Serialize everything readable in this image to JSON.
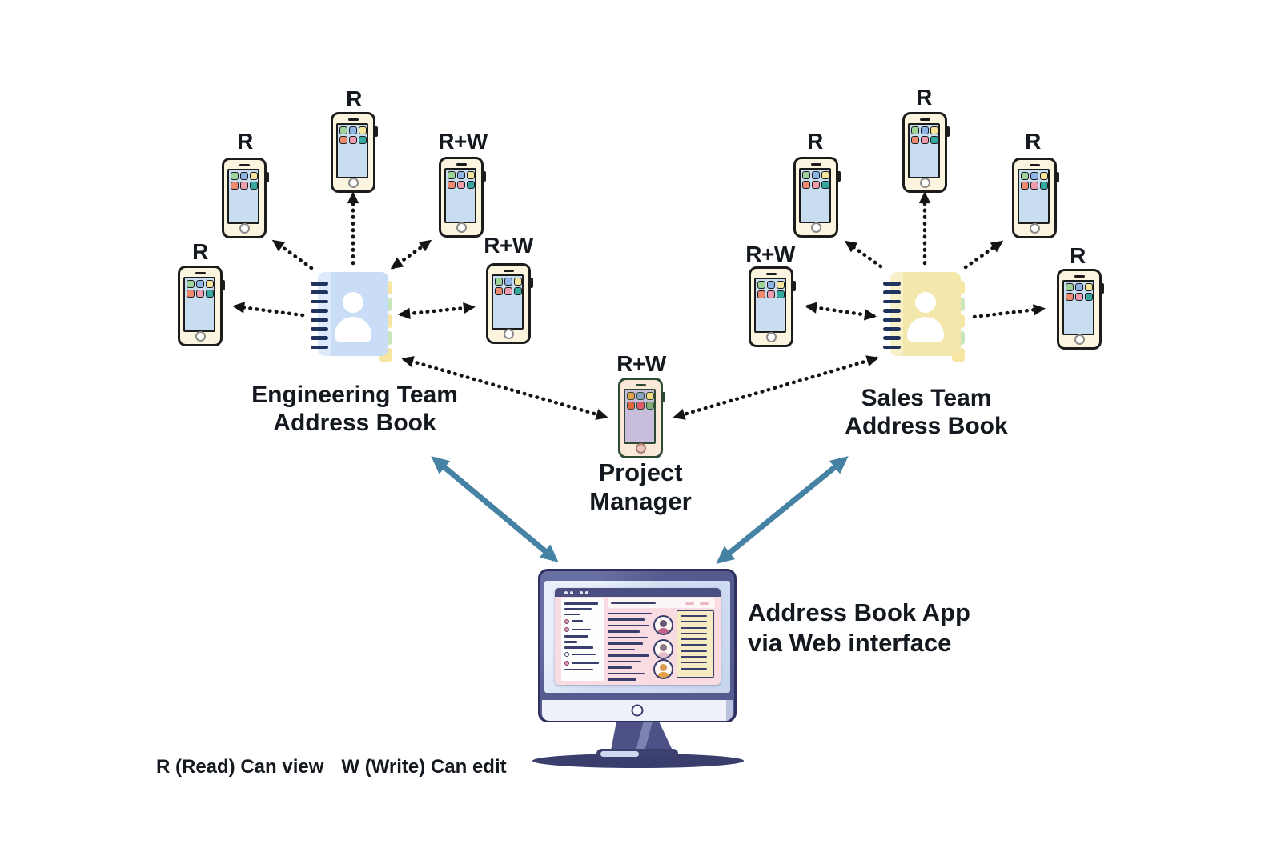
{
  "caption": {
    "line1": "Address Book App",
    "line2": "via Web interface"
  },
  "legend": {
    "read": "R (Read) Can view",
    "write": "W (Write) Can edit"
  },
  "clusters": [
    {
      "id": "engineering",
      "label_line1": "Engineering Team",
      "label_line2": "Address Book"
    },
    {
      "id": "sales",
      "label_line1": "Sales Team",
      "label_line2": "Address Book"
    }
  ],
  "phones": [
    {
      "id": "eng-left",
      "cluster": "engineering",
      "permission": "R"
    },
    {
      "id": "eng-upper-left",
      "cluster": "engineering",
      "permission": "R"
    },
    {
      "id": "eng-top",
      "cluster": "engineering",
      "permission": "R"
    },
    {
      "id": "eng-upper-right",
      "cluster": "engineering",
      "permission": "R+W"
    },
    {
      "id": "eng-right",
      "cluster": "engineering",
      "permission": "R+W"
    },
    {
      "id": "sales-left",
      "cluster": "sales",
      "permission": "R+W"
    },
    {
      "id": "sales-upper-left",
      "cluster": "sales",
      "permission": "R"
    },
    {
      "id": "sales-top",
      "cluster": "sales",
      "permission": "R"
    },
    {
      "id": "sales-upper-right",
      "cluster": "sales",
      "permission": "R"
    },
    {
      "id": "sales-right",
      "cluster": "sales",
      "permission": "R"
    }
  ],
  "project_manager": {
    "permission": "R+W",
    "label_line1": "Project",
    "label_line2": "Manager"
  },
  "colors": {
    "dotted_arrow": "#141414",
    "sync_arrow": "#4682a3",
    "phone_body": "#fbf4de",
    "phone_screen": "#c9ddf1",
    "phone_app_icons": [
      "#9fd39b",
      "#8fb4e6",
      "#f4e49c",
      "#ee8a6f",
      "#ef9cae",
      "#35a89f"
    ],
    "pm_phone_body": "#fae9d9",
    "pm_phone_screen": "#c8bddb",
    "pm_app_icons": [
      "#e2a04a",
      "#8aa3c4",
      "#f3d984",
      "#e2653f",
      "#e05a68",
      "#82ae74"
    ],
    "engineering_book": "#c9def6",
    "engineering_book_spine": "#ddeafb",
    "sales_book": "#f4e7ab",
    "sales_book_spine": "#f8f0c9",
    "tab_yellow": "#f6e6a2",
    "tab_green": "#c9e5bc",
    "monitor_frame": "#565a8e",
    "monitor_screen": "#d3dff3"
  }
}
